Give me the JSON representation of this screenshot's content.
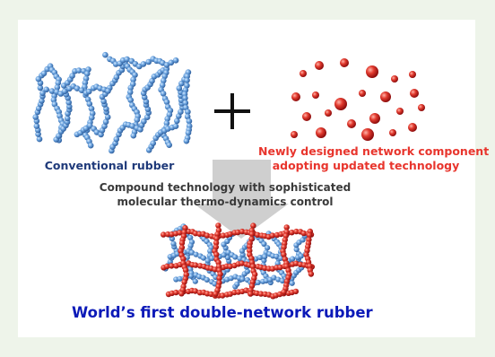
{
  "labels": {
    "conventional": "Conventional rubber",
    "new_component_line1": "Newly designed network component",
    "new_component_line2": "adopting updated technology",
    "process_line1": "Compound technology with sophisticated",
    "process_line2": "molecular thermo-dynamics control",
    "result": "World’s first double-network rubber"
  },
  "colors": {
    "page_background": "#eef4ea",
    "blue_bead": "#5b9bd5",
    "red_bead": "#d7262a",
    "arrow": "#c9c9c9",
    "conventional_label": "#1f3a7a",
    "new_component_label": "#e8352d",
    "result_label": "#0b19b8"
  },
  "icons": {
    "plus": "plus-sign-icon",
    "arrow": "down-arrow-icon"
  }
}
